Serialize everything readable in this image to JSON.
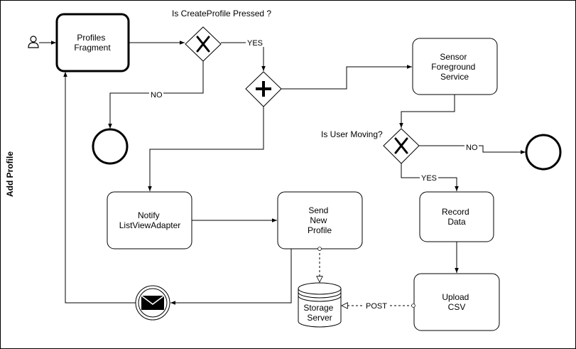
{
  "pool": {
    "title": "Add Profile"
  },
  "tasks": {
    "profiles_fragment": [
      "Profiles",
      "Fragment"
    ],
    "sensor_service": [
      "Sensor",
      "Foreground",
      "Service"
    ],
    "notify_adapter": [
      "Notify",
      "ListViewAdapter"
    ],
    "send_profile": [
      "Send",
      "New",
      "Profile"
    ],
    "record_data": [
      "Record",
      "Data"
    ],
    "upload_csv": [
      "Upload",
      "CSV"
    ]
  },
  "gateways": {
    "create_pressed": {
      "question": "Is CreateProfile Pressed ?",
      "marker": "x-icon"
    },
    "parallel": {
      "marker": "plus-icon"
    },
    "user_moving": {
      "question": "Is User Moving?",
      "marker": "x-icon"
    }
  },
  "edge_labels": {
    "yes_1": "YES",
    "no_1": "NO",
    "no_2": "NO",
    "yes_2": "YES",
    "post": "POST"
  },
  "data_store": [
    "Storage",
    "Server"
  ],
  "icons": {
    "start": "user-icon",
    "message_event": "envelope-icon"
  },
  "colors": {
    "stroke": "#000000",
    "fill": "#ffffff"
  }
}
